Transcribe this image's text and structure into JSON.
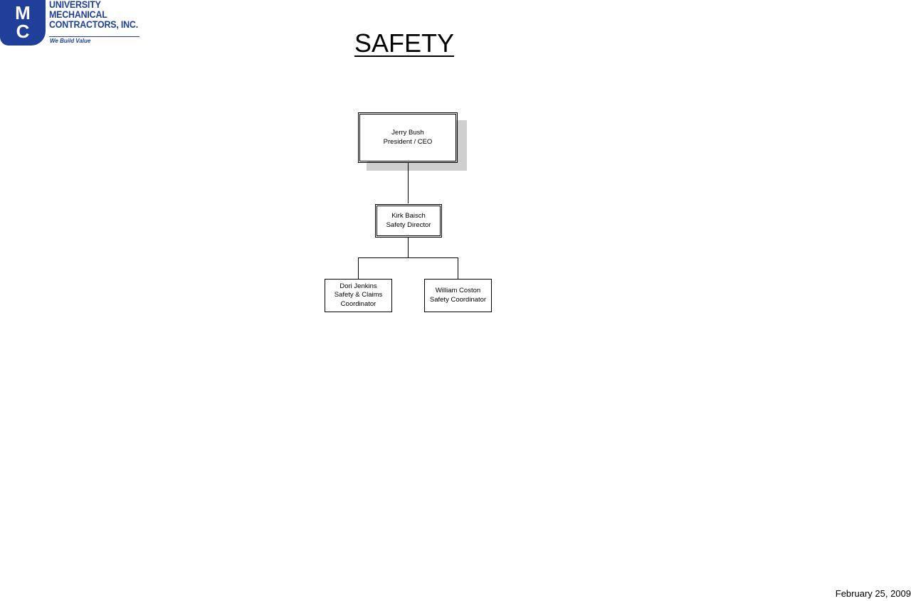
{
  "logo": {
    "letters": [
      "M",
      "C"
    ],
    "name_lines": [
      "UNIVERSITY",
      "MECHANICAL",
      "CONTRACTORS, INC."
    ],
    "tagline": "We Build Value",
    "brand_color": "#1f3f9a"
  },
  "title": "SAFETY",
  "org_chart": {
    "ceo": {
      "name": "Jerry Bush",
      "role": "President / CEO"
    },
    "director": {
      "name": "Kirk Baisch",
      "role": "Safety Director"
    },
    "reports": [
      {
        "name": "Dori Jenkins",
        "role_line1": "Safety & Claims",
        "role_line2": "Coordinator"
      },
      {
        "name": "William Coston",
        "role_line1": "Safety Coordinator"
      }
    ]
  },
  "date": "February 25, 2009"
}
